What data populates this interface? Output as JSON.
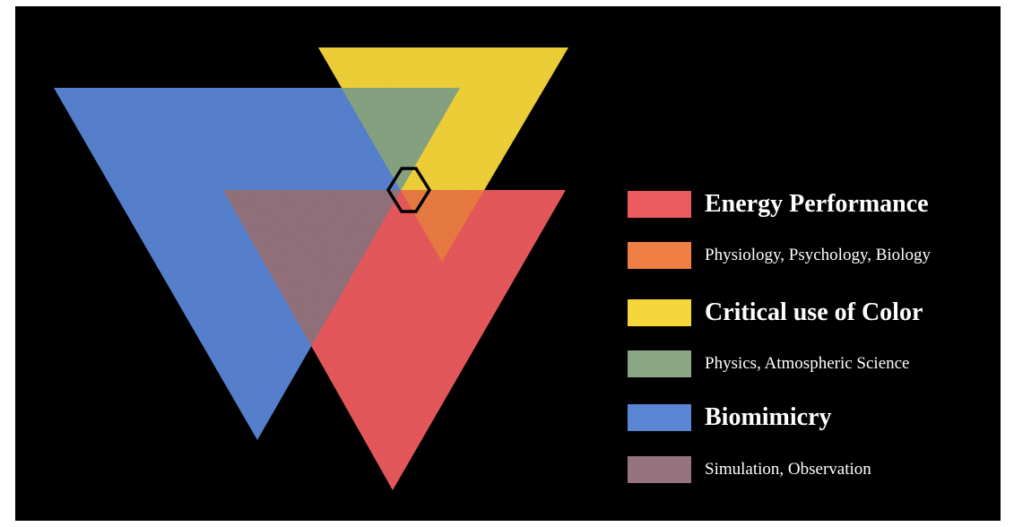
{
  "colors": {
    "background": "#000000",
    "blue": "#5a84d4",
    "yellow": "#f5d63a",
    "red": "#ec5b5e",
    "orange": "#ef7f45",
    "green": "#8aa784",
    "purple": "#96747f"
  },
  "legend": {
    "items": [
      {
        "label": "Energy Performance",
        "color": "#ec5b5e",
        "kind": "major"
      },
      {
        "label": "Physiology, Psychology, Biology",
        "color": "#ef7f45",
        "kind": "minor"
      },
      {
        "label": "Critical use of Color",
        "color": "#f5d63a",
        "kind": "major"
      },
      {
        "label": "Physics, Atmospheric Science",
        "color": "#8aa784",
        "kind": "minor"
      },
      {
        "label": "Biomimicry",
        "color": "#5a84d4",
        "kind": "major"
      },
      {
        "label": "Simulation, Observation",
        "color": "#96747f",
        "kind": "minor"
      }
    ]
  },
  "center_marker": {
    "shape": "hexagon-icon"
  }
}
